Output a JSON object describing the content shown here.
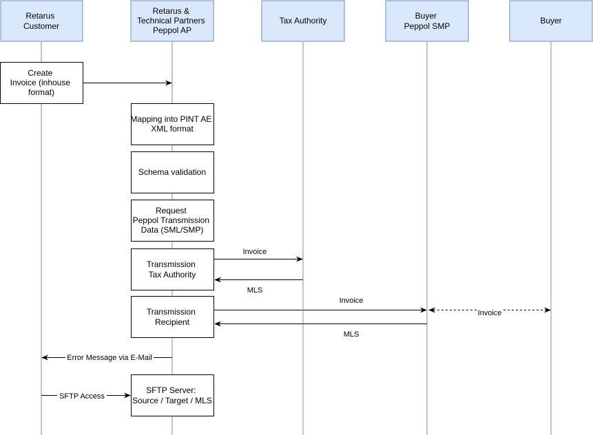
{
  "colors": {
    "participant_fill": "#dae8fc",
    "participant_stroke": "#6c8ebf",
    "lifeline": "#6c8ebf",
    "box_fill": "#ffffff",
    "box_stroke": "#000000",
    "arrow": "#000000"
  },
  "participants": [
    {
      "id": "retarus-customer",
      "lines": [
        "Retarus",
        "Customer"
      ]
    },
    {
      "id": "peppol-ap",
      "lines": [
        "Retarus &",
        "Technical Partners",
        "Peppol AP"
      ]
    },
    {
      "id": "tax-authority",
      "lines": [
        "Tax Authority"
      ]
    },
    {
      "id": "buyer-smp",
      "lines": [
        "Buyer",
        "Peppol SMP"
      ]
    },
    {
      "id": "buyer",
      "lines": [
        "Buyer"
      ]
    }
  ],
  "steps": [
    {
      "id": "create-invoice",
      "lines": [
        "Create",
        "Invoice (inhouse",
        "format)"
      ]
    },
    {
      "id": "mapping",
      "lines": [
        "Mapping into PINT AE",
        "XML format"
      ]
    },
    {
      "id": "schema-validation",
      "lines": [
        "Schema validation"
      ]
    },
    {
      "id": "request-transmission-data",
      "lines": [
        "Request",
        "Peppol Transmission",
        "Data (SML/SMP)"
      ]
    },
    {
      "id": "transmission-tax-authority",
      "lines": [
        "Transmission",
        "Tax Authority"
      ]
    },
    {
      "id": "transmission-recipient",
      "lines": [
        "Transmission",
        "Recipient"
      ]
    },
    {
      "id": "sftp-server",
      "lines": [
        "SFTP Server:",
        "Source / Target / MLS"
      ]
    }
  ],
  "messages": [
    {
      "id": "invoice-to-tax",
      "label": "Invoice"
    },
    {
      "id": "mls-from-tax",
      "label": "MLS"
    },
    {
      "id": "invoice-to-smp",
      "label": "Invoice"
    },
    {
      "id": "invoice-to-buyer",
      "label": "Invoice"
    },
    {
      "id": "mls-from-smp",
      "label": "MLS"
    },
    {
      "id": "error-message",
      "label": "Error Message via E-Mail"
    },
    {
      "id": "sftp-access",
      "label": "SFTP Access"
    }
  ]
}
